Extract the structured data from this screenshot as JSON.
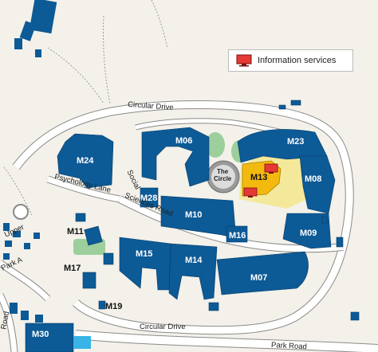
{
  "legend": {
    "label": "Information services",
    "icon": "monitor-icon",
    "icon_color": "#e53935"
  },
  "colors": {
    "building": "#0c5a96",
    "highlight_building": "#f3b90f",
    "highlight_area": "#f4e99b",
    "road": "#ffffff",
    "road_outline": "#8a8a8a",
    "ground": "#f3f1ea",
    "green": "#9ccf9c",
    "water": "#38b4e6"
  },
  "buildings": {
    "m06": "M06",
    "m08": "M08",
    "m09": "M09",
    "m10": "M10",
    "m11": "M11",
    "m13": "M13",
    "m14": "M14",
    "m15": "M15",
    "m16": "M16",
    "m17": "M17",
    "m19": "M19",
    "m23": "M23",
    "m24": "M24",
    "m28": "M28",
    "m07": "M07",
    "m30": "M30"
  },
  "places": {
    "circle_line1": "The",
    "circle_line2": "Circle"
  },
  "roads": {
    "circular_drive_top": "Circular Drive",
    "circular_drive_bottom": "Circular Drive",
    "psychology_lane": "Psychology Lane",
    "social_sciences_line1": "Social",
    "social_sciences_line2": "Sciences Road",
    "park_road_right": "Park Road",
    "upper": "Upper",
    "park_a": "Park A",
    "road_left": "Road"
  }
}
